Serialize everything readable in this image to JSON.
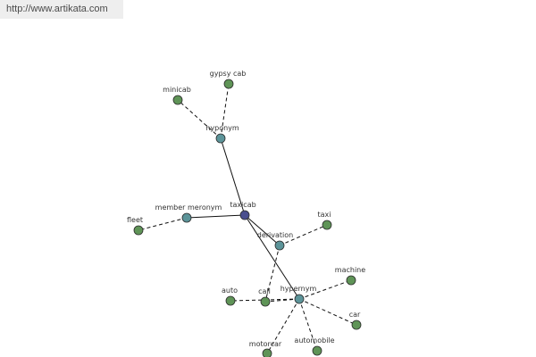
{
  "header": {
    "url": "http://www.artikata.com"
  },
  "colors": {
    "leaf": "#5f9457",
    "relation": "#5c9499",
    "center": "#4a4e8e"
  },
  "nodes": [
    {
      "id": "taxicab",
      "label": "taxicab",
      "kind": "center"
    },
    {
      "id": "hyponym",
      "label": "hyponym",
      "kind": "relation"
    },
    {
      "id": "member_meronym",
      "label": "member meronym",
      "kind": "relation"
    },
    {
      "id": "derivation",
      "label": "derivation",
      "kind": "relation"
    },
    {
      "id": "hypernym",
      "label": "hypernym",
      "kind": "relation"
    },
    {
      "id": "gypsy_cab",
      "label": "gypsy cab",
      "kind": "leaf"
    },
    {
      "id": "minicab",
      "label": "minicab",
      "kind": "leaf"
    },
    {
      "id": "fleet",
      "label": "fleet",
      "kind": "leaf"
    },
    {
      "id": "taxi",
      "label": "taxi",
      "kind": "leaf"
    },
    {
      "id": "call",
      "label": "call",
      "kind": "leaf"
    },
    {
      "id": "machine",
      "label": "machine",
      "kind": "leaf"
    },
    {
      "id": "auto",
      "label": "auto",
      "kind": "leaf"
    },
    {
      "id": "car",
      "label": "car",
      "kind": "leaf"
    },
    {
      "id": "motorcar",
      "label": "motorcar",
      "kind": "leaf"
    },
    {
      "id": "automobile",
      "label": "automobile",
      "kind": "leaf"
    }
  ],
  "edges": [
    {
      "from": "taxicab",
      "to": "hyponym",
      "style": "solid"
    },
    {
      "from": "taxicab",
      "to": "member_meronym",
      "style": "solid"
    },
    {
      "from": "taxicab",
      "to": "hypernym",
      "style": "solid"
    },
    {
      "from": "taxicab",
      "to": "derivation",
      "style": "solid"
    },
    {
      "from": "hyponym",
      "to": "gypsy_cab",
      "style": "dashed"
    },
    {
      "from": "hyponym",
      "to": "minicab",
      "style": "dashed"
    },
    {
      "from": "member_meronym",
      "to": "fleet",
      "style": "dashed"
    },
    {
      "from": "derivation",
      "to": "taxi",
      "style": "dashed"
    },
    {
      "from": "derivation",
      "to": "call",
      "style": "dashed"
    },
    {
      "from": "hypernym",
      "to": "machine",
      "style": "dashed"
    },
    {
      "from": "hypernym",
      "to": "call",
      "style": "dashed"
    },
    {
      "from": "hypernym",
      "to": "auto",
      "style": "dashed"
    },
    {
      "from": "hypernym",
      "to": "car",
      "style": "dashed"
    },
    {
      "from": "hypernym",
      "to": "motorcar",
      "style": "dashed"
    },
    {
      "from": "hypernym",
      "to": "automobile",
      "style": "dashed"
    }
  ]
}
